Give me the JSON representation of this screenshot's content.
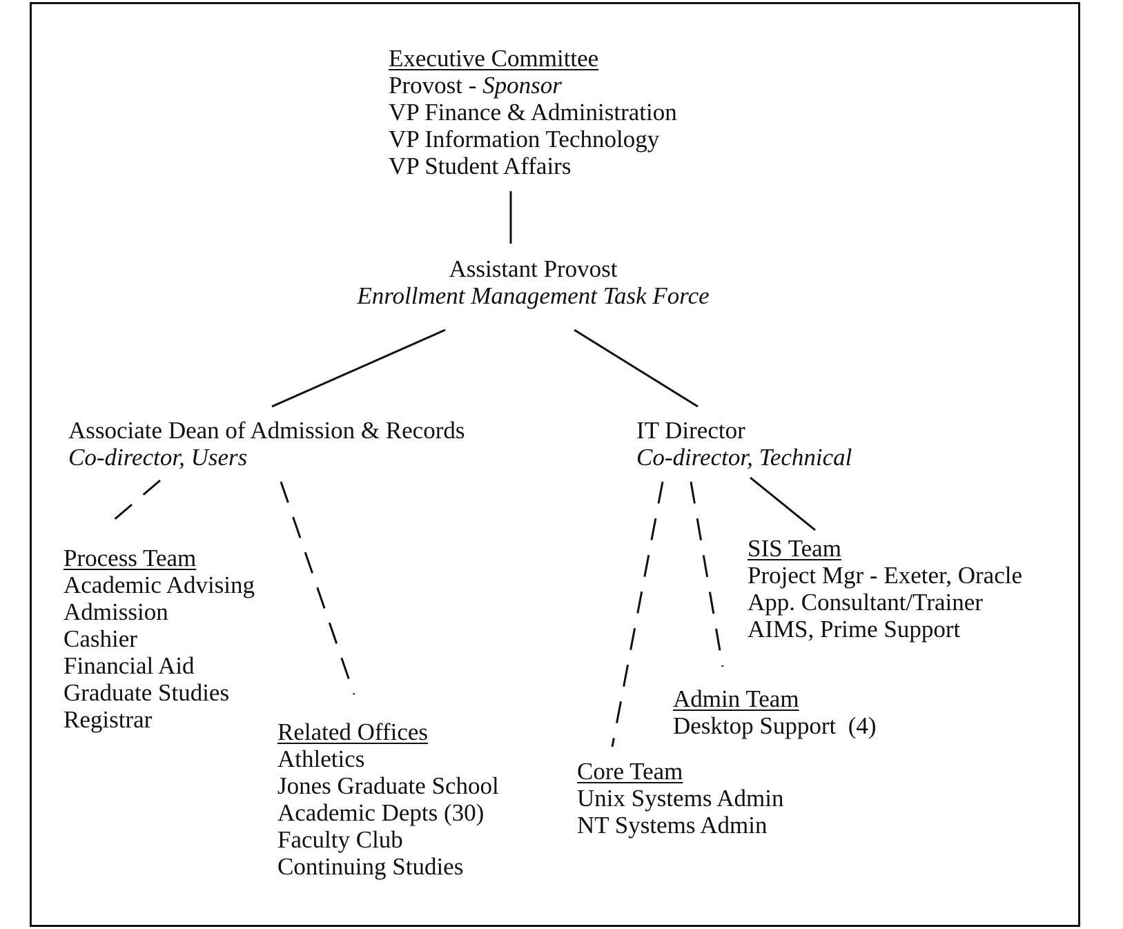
{
  "executive": {
    "heading": "Executive Committee",
    "sponsor_role": "Provost - ",
    "sponsor_label": "Sponsor",
    "members": [
      "VP Finance & Administration",
      "VP Information Technology",
      "VP Student Affairs"
    ]
  },
  "assistant_provost": {
    "title": "Assistant Provost",
    "subtitle": "Enrollment Management Task Force"
  },
  "associate_dean": {
    "title": "Associate Dean of Admission & Records",
    "subtitle": "Co-director, Users"
  },
  "it_director": {
    "title": "IT Director",
    "subtitle": "Co-director, Technical"
  },
  "process_team": {
    "heading": "Process Team",
    "members": [
      "Academic Advising",
      "Admission",
      "Cashier",
      "Financial Aid",
      "Graduate Studies",
      "Registrar"
    ]
  },
  "related_offices": {
    "heading": "Related Offices",
    "members": [
      "Athletics",
      "Jones Graduate School",
      "Academic Depts (30)",
      "Faculty Club",
      "Continuing Studies"
    ]
  },
  "sis_team": {
    "heading": "SIS Team",
    "members": [
      "Project Mgr - Exeter, Oracle",
      "App. Consultant/Trainer",
      "AIMS, Prime Support"
    ]
  },
  "admin_team": {
    "heading": "Admin Team",
    "members": [
      "Desktop Support  (4)"
    ]
  },
  "core_team": {
    "heading": "Core Team",
    "members": [
      "Unix Systems Admin",
      "NT Systems Admin"
    ]
  }
}
